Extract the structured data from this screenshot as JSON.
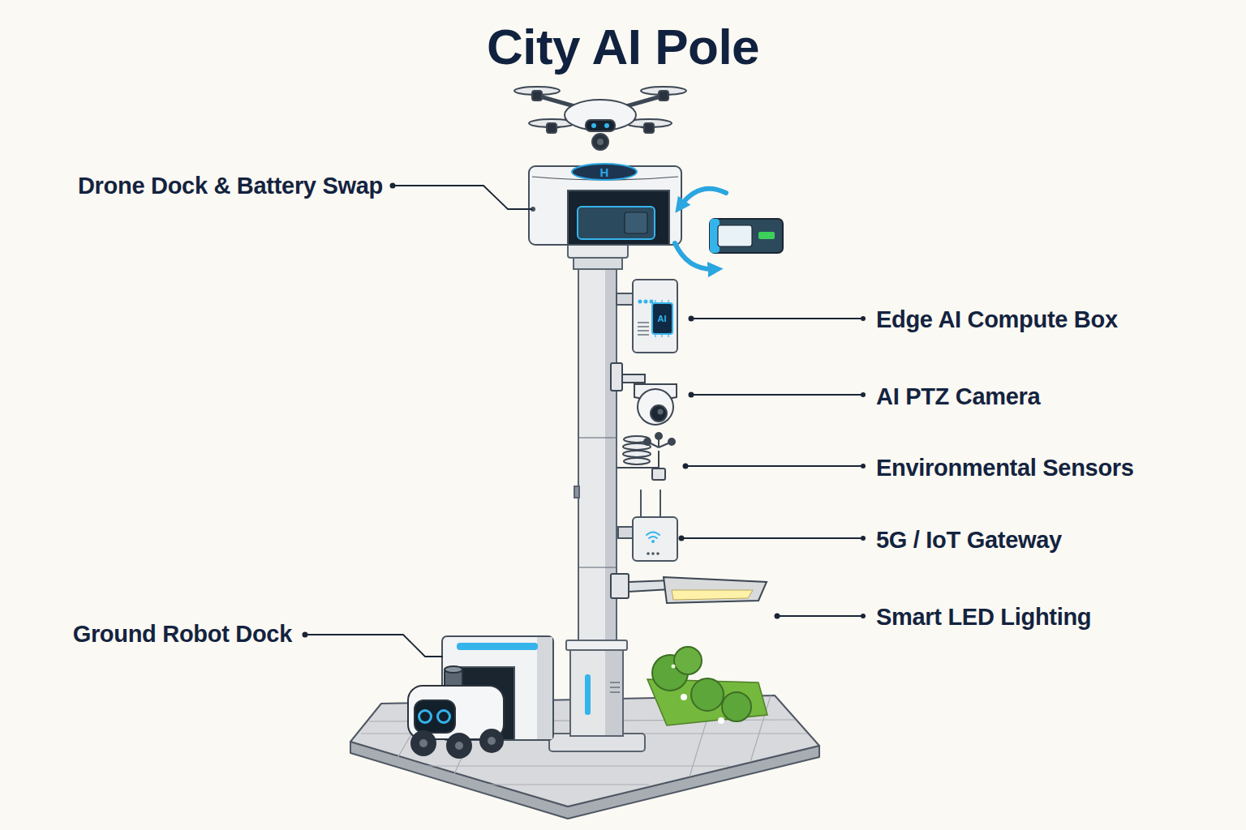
{
  "diagram": {
    "title": "City AI Pole",
    "labels": [
      "Drone Dock & Battery Swap",
      "H",
      "Edge AI Compute Box",
      "AI",
      "AI PTZ Camera",
      "Environmental Sensors",
      "5G / IoT Gateway",
      "Smart LED Lighting",
      "Ground Robot Dock"
    ]
  }
}
